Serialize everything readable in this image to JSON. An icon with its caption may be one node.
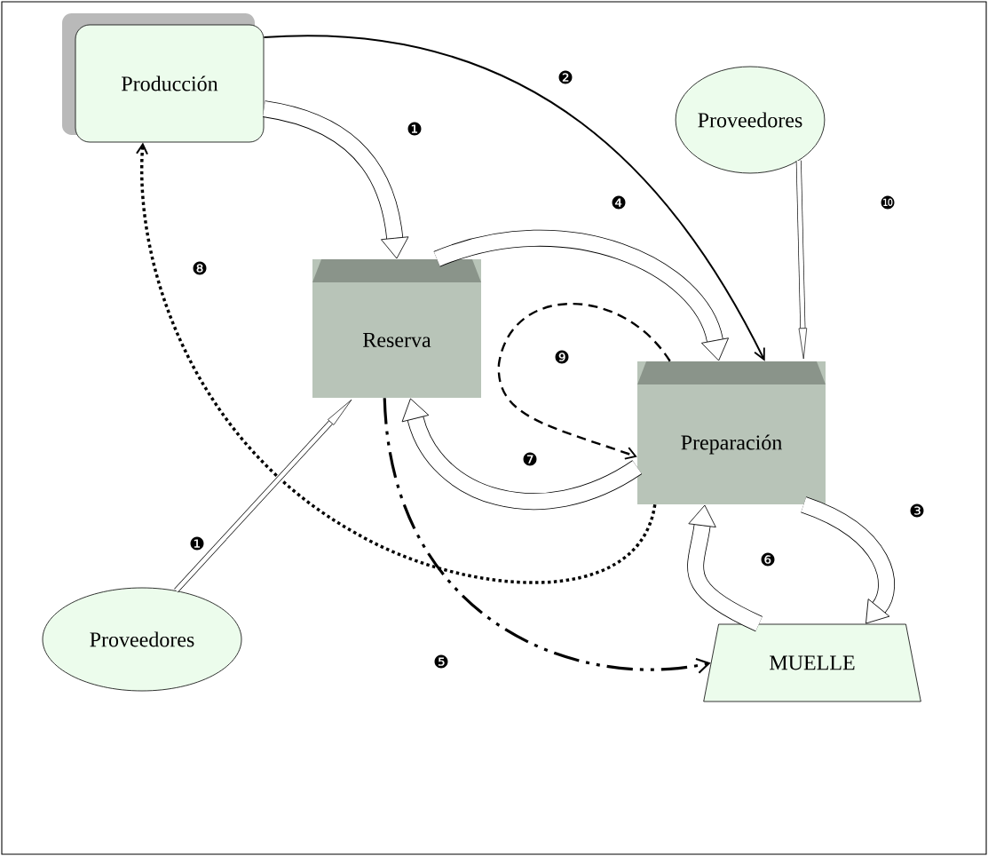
{
  "diagram": {
    "nodes": [
      {
        "text": [
          "Producción"
        ]
      },
      {
        "text": [
          "Proveedores"
        ]
      },
      {
        "text": [
          "Reserva"
        ]
      },
      {
        "text": [
          "Preparación"
        ]
      },
      {
        "text": [
          "Proveedores"
        ]
      },
      {
        "text": [
          "MUELLE"
        ]
      }
    ],
    "edges": [
      {
        "from": 0,
        "to": 2,
        "arrow": "to",
        "label": "❶",
        "style": "thick"
      },
      {
        "from": 0,
        "to": 3,
        "arrow": "to",
        "label": "❷"
      },
      {
        "from": 3,
        "to": 5,
        "arrow": "to",
        "label": "❸",
        "style": "thick"
      },
      {
        "from": 2,
        "to": 3,
        "arrow": "to",
        "label": "❹",
        "style": "thick"
      },
      {
        "from": 2,
        "to": 5,
        "arrow": "to",
        "label": "❺",
        "style": "dashed"
      },
      {
        "from": 5,
        "to": 3,
        "arrow": "to",
        "label": "❻",
        "style": "thick"
      },
      {
        "from": 3,
        "to": 2,
        "arrow": "to",
        "label": "❼",
        "style": "thick"
      },
      {
        "from": 3,
        "to": 0,
        "arrow": "to",
        "label": "❽",
        "style": "dashed"
      },
      {
        "from": 3,
        "to": 3,
        "arrow": "to",
        "label": "❾",
        "style": "dashed"
      },
      {
        "from": 1,
        "to": 3,
        "arrow": "to",
        "label": "❿"
      },
      {
        "from": 4,
        "to": 2,
        "arrow": "to",
        "label": "❶"
      }
    ]
  }
}
